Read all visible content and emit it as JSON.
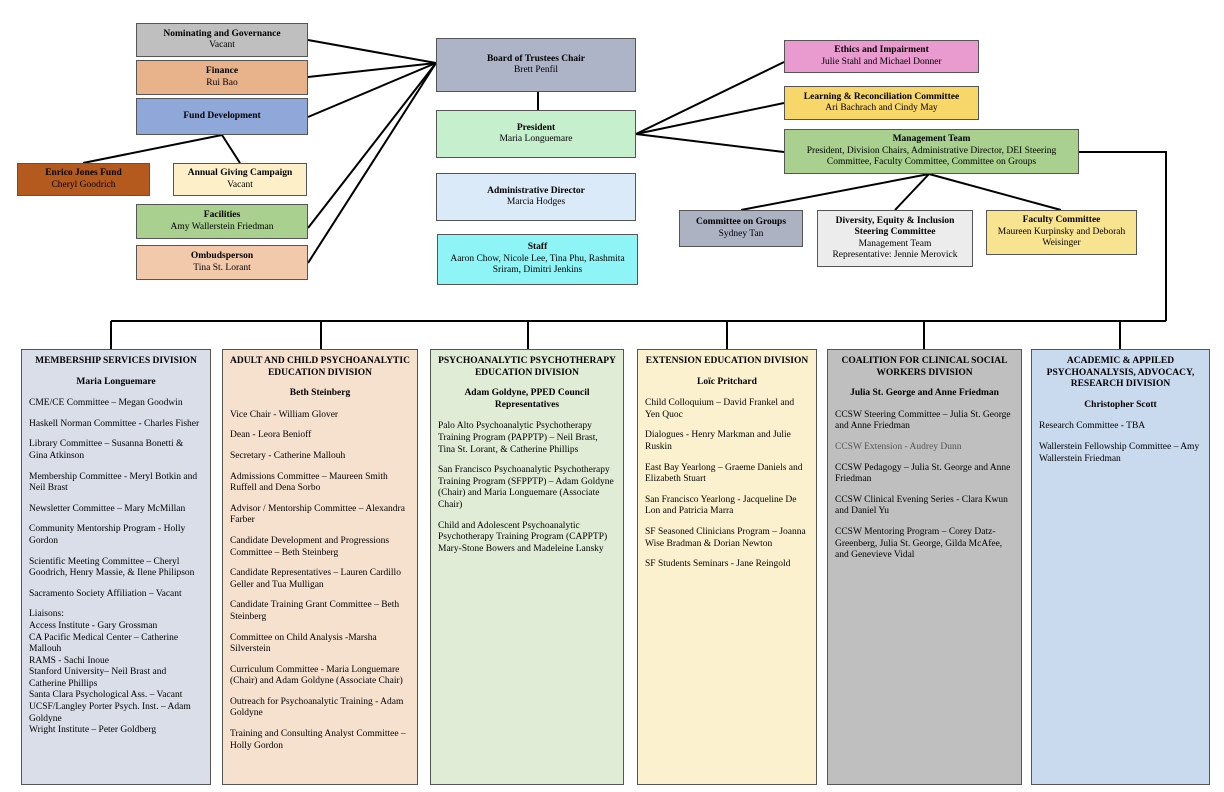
{
  "top": {
    "chair": {
      "title": "Board of Trustees Chair",
      "name": "Brett Penfil"
    },
    "nominating": {
      "title": "Nominating and Governance",
      "name": "Vacant"
    },
    "finance": {
      "title": "Finance",
      "name": "Rui Bao"
    },
    "fund": {
      "title": "Fund Development"
    },
    "jones": {
      "title": "Enrico Jones Fund",
      "name": "Cheryl Goodrich"
    },
    "annual": {
      "title": "Annual Giving Campaign",
      "name": "Vacant"
    },
    "facilities": {
      "title": "Facilities",
      "name": "Amy Wallerstein Friedman"
    },
    "ombuds": {
      "title": "Ombudsperson",
      "name": "Tina St. Lorant"
    },
    "president": {
      "title": "President",
      "name": "Maria Longuemare"
    },
    "admin": {
      "title": "Administrative Director",
      "name": "Marcia Hodges"
    },
    "staff": {
      "title": "Staff",
      "name": "Aaron Chow, Nicole Lee, Tina Phu, Rashmita Sriram, Dimitri Jenkins"
    },
    "ethics": {
      "title": "Ethics and Impairment",
      "name": "Julie Stahl and Michael Donner"
    },
    "learning": {
      "title": "Learning & Reconciliation Committee",
      "name": "Ari Bachrach and Cindy May"
    },
    "mgmt": {
      "title": "Management Team",
      "name": "President, Division Chairs, Administrative Director, DEI Steering Committee, Faculty Committee, Committee on Groups"
    },
    "groups": {
      "title": "Committee on Groups",
      "name": "Sydney Tan"
    },
    "dei": {
      "title": "Diversity, Equity & Inclusion Steering Committee",
      "name": "Management Team",
      "name2": "Representative: Jennie Merovick"
    },
    "faculty": {
      "title": "Faculty Committee",
      "name": "Maureen Kurpinsky and Deborah Weisinger"
    }
  },
  "divisions": {
    "membership": {
      "title": "MEMBERSHIP SERVICES DIVISION",
      "head": "Maria Longuemare",
      "items": [
        "CME/CE Committee – Megan Goodwin",
        "Haskell Norman Committee - Charles Fisher",
        "Library Committee – Susanna Bonetti & Gina Atkinson",
        "Membership Committee - Meryl Botkin and Neil Brast",
        "Newsletter Committee – Mary McMillan",
        "Community Mentorship Program - Holly Gordon",
        "Scientific Meeting Committee – Cheryl Goodrich, Henry Massie, & Ilene Philipson",
        "Sacramento Society Affiliation – Vacant"
      ],
      "liaisons_label": "Liaisons:",
      "liaisons": [
        "Access Institute - Gary Grossman",
        "CA Pacific Medical Center – Catherine Mallouh",
        "RAMS - Sachi Inoue",
        "Stanford University– Neil Brast and Catherine Phillips",
        "Santa Clara Psychological Ass. – Vacant",
        "UCSF/Langley Porter Psych. Inst. – Adam Goldyne",
        "Wright Institute – Peter Goldberg"
      ]
    },
    "adult": {
      "title": "ADULT AND CHILD PSYCHOANALYTIC EDUCATION DIVISION",
      "head": "Beth Steinberg",
      "items": [
        "Vice Chair - William Glover",
        "Dean - Leora Benioff",
        "Secretary - Catherine Mallouh",
        "Admissions Committee – Maureen Smith Ruffell and Dena Sorbo",
        "Advisor / Mentorship Committee – Alexandra Farber",
        "Candidate Development and Progressions Committee – Beth Steinberg",
        "Candidate Representatives – Lauren Cardillo Geller and Tua Mulligan",
        "Candidate Training Grant Committee – Beth Steinberg",
        "Committee on Child Analysis -Marsha Silverstein",
        "Curriculum Committee - Maria Longuemare (Chair) and Adam Goldyne (Associate Chair)",
        "Outreach for Psychoanalytic Training - Adam Goldyne",
        "Training and Consulting Analyst Committee – Holly Gordon"
      ]
    },
    "psycho": {
      "title": "PSYCHOANALYTIC PSYCHOTHERAPY EDUCATION DIVISION",
      "head": "Adam Goldyne, PPED Council Representatives",
      "items": [
        "Palo Alto Psychoanalytic Psychotherapy Training Program (PAPPTP) – Neil Brast, Tina St. Lorant, & Catherine Phillips",
        "San Francisco Psychoanalytic Psychotherapy Training Program (SFPPTP) – Adam Goldyne (Chair) and Maria Longuemare (Associate Chair)",
        "Child and Adolescent Psychoanalytic Psychotherapy Training Program (CAPPTP) Mary-Stone Bowers and Madeleine Lansky"
      ]
    },
    "extension": {
      "title": "EXTENSION EDUCATION DIVISION",
      "head": "Loïc Pritchard",
      "items": [
        "Child Colloquium – David Frankel and Yen Quoc",
        "Dialogues - Henry Markman and Julie Ruskin",
        "East Bay Yearlong – Graeme Daniels and Elizabeth Stuart",
        "San Francisco Yearlong - Jacqueline De Lon and Patricia Marra",
        "SF Seasoned Clinicians Program – Joanna Wise Bradman & Dorian Newton",
        "SF Students Seminars - Jane Reingold"
      ]
    },
    "coalition": {
      "title": "COALITION FOR CLINICAL SOCIAL WORKERS DIVISION",
      "head": "Julia St. George and Anne Friedman",
      "items": [
        "CCSW Steering Committee – Julia St. George and Anne Friedman",
        "CCSW Extension - Audrey Dunn",
        "CCSW Pedagogy – Julia St. George and Anne Friedman",
        "CCSW Clinical Evening Series - Clara Kwun and Daniel Yu",
        "CCSW Mentoring Program – Corey Datz-Greenberg, Julia St. George, Gilda McAfee, and Genevieve Vidal"
      ]
    },
    "academic": {
      "title": "ACADEMIC & APPILED PSYCHOANALYSIS, ADVOCACY, RESEARCH DIVISION",
      "head": "Christopher Scott",
      "items": [
        "Research Committee - TBA",
        "Wallerstein Fellowship Committee – Amy Wallerstein Friedman"
      ]
    }
  },
  "colors": {
    "nominating": "#bfbfbf",
    "finance": "#e8b28a",
    "fund": "#8fa7d9",
    "jones": "#b55a1f",
    "annual": "#fdf0c8",
    "facilities": "#a9d08e",
    "ombuds": "#f2c9aa",
    "chair": "#adb4c8",
    "president": "#c6efce",
    "admin": "#dbeaf8",
    "staff": "#8ff4f6",
    "ethics": "#e99acf",
    "learning": "#f7d66a",
    "mgmt": "#a9d08e",
    "groups": "#acb2c1",
    "dei": "#ececec",
    "faculty": "#f8e390",
    "membership": "#d9dee8",
    "adult": "#f6e1cf",
    "psycho": "#e1ecd6",
    "extension": "#fcf1cf",
    "coalition": "#bfbfbf",
    "academic": "#c9d9ee"
  }
}
